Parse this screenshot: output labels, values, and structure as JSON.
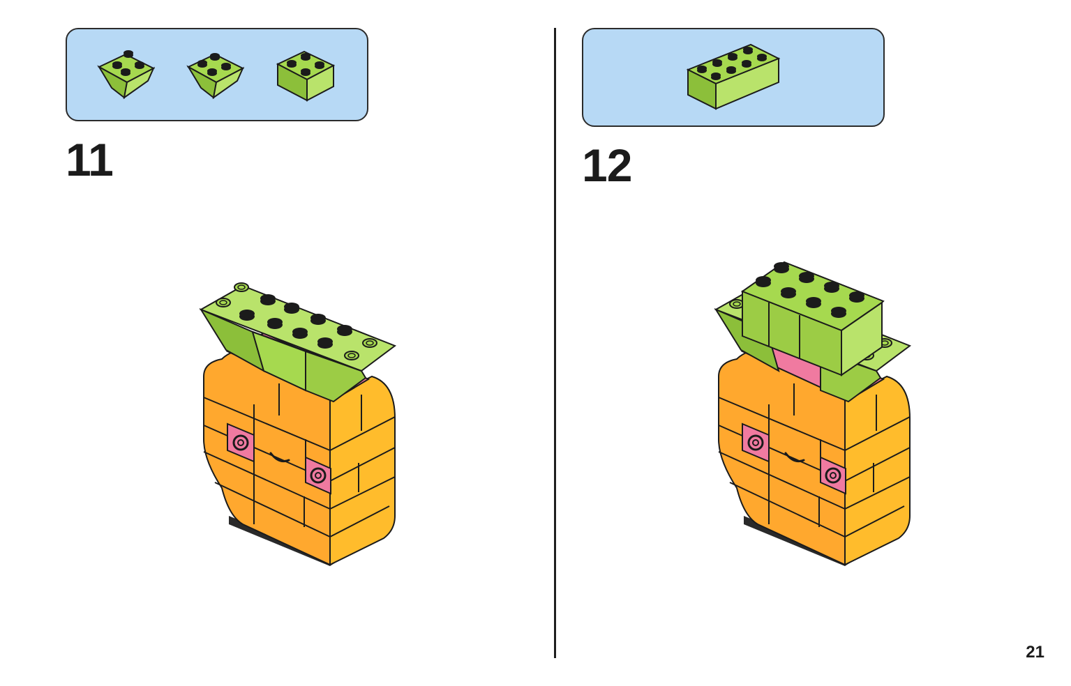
{
  "steps": [
    {
      "number": "11",
      "parts": [
        "slope-brick-2x2-inverted",
        "slope-brick-2x2-inverted",
        "brick-2x2"
      ]
    },
    {
      "number": "12",
      "parts": [
        "brick-2x4"
      ]
    }
  ],
  "page_number": "21",
  "colors": {
    "lime": "#a6d94f",
    "lime_dark": "#8cbf3a",
    "orange": "#ffa82e",
    "pink": "#f07aa0",
    "parts_box": "#b7d9f5",
    "outline": "#1b1b1b"
  }
}
